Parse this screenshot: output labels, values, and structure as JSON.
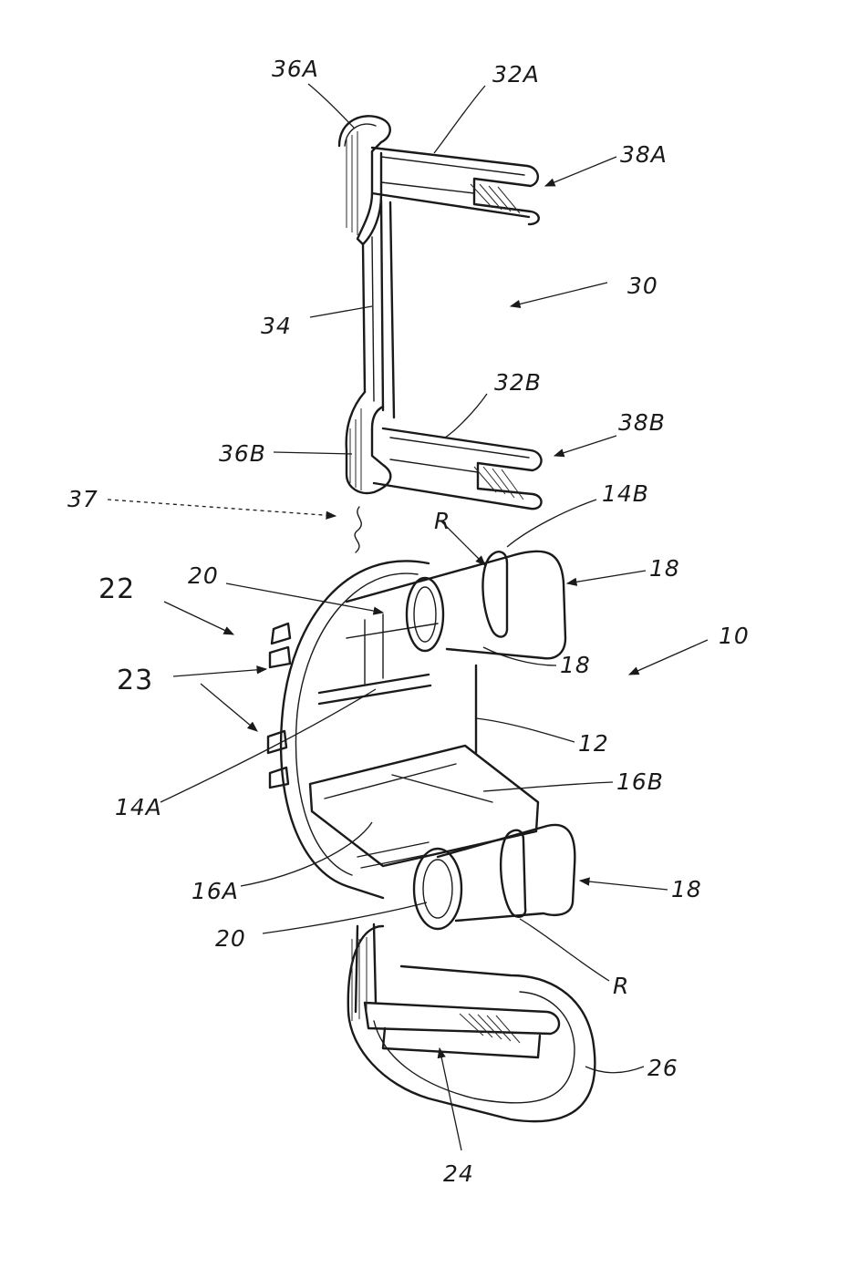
{
  "figure": {
    "labels": {
      "l36a": "36A",
      "l32a": "32A",
      "l38a": "38A",
      "l30": "30",
      "l34": "34",
      "l32b": "32B",
      "l38b": "38B",
      "l36b": "36B",
      "l37": "37",
      "l14b": "14B",
      "lr_top": "R",
      "l18_top": "18",
      "l20_top": "20",
      "l22": "22",
      "l23": "23",
      "l18_mid": "18",
      "l10": "10",
      "l12": "12",
      "l14a": "14A",
      "l16b": "16B",
      "l16a": "16A",
      "l18_bot": "18",
      "l20_bot": "20",
      "lr_bot": "R",
      "l26": "26",
      "l24": "24"
    }
  }
}
